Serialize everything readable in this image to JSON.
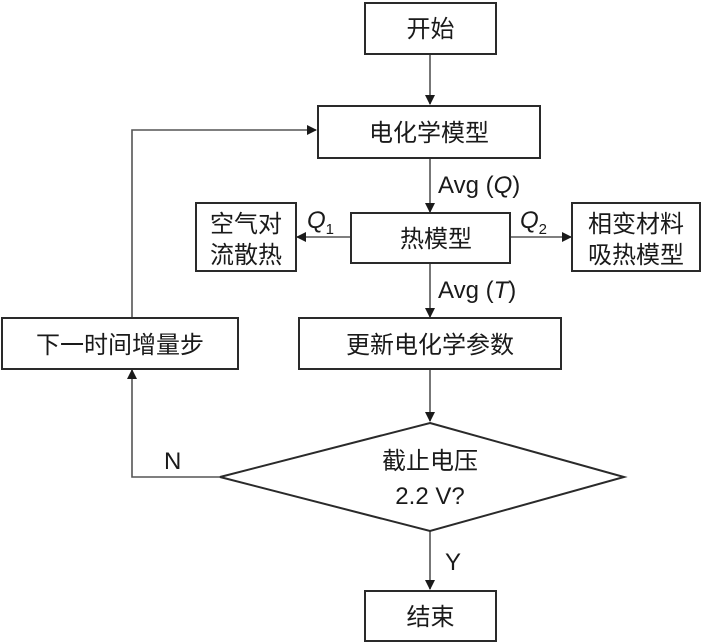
{
  "diagram": {
    "type": "flowchart",
    "nodes": {
      "start": {
        "label": "开始"
      },
      "electrochem_model": {
        "label": "电化学模型"
      },
      "thermal_model": {
        "label": "热模型"
      },
      "air_convection": {
        "line1": "空气对",
        "line2": "流散热"
      },
      "pcm_model": {
        "line1": "相变材料",
        "line2": "吸热模型"
      },
      "update_params": {
        "label": "更新电化学参数"
      },
      "next_step": {
        "label": "下一时间增量步"
      },
      "decision": {
        "line1": "截止电压",
        "line2": "2.2 V?"
      },
      "end": {
        "label": "结束"
      }
    },
    "edge_labels": {
      "avg_q_prefix": "Avg (",
      "avg_q_var": "Q",
      "avg_q_suffix": ")",
      "avg_t_prefix": "Avg (",
      "avg_t_var": "T",
      "avg_t_suffix": ")",
      "q1_var": "Q",
      "q1_sub": "1",
      "q2_var": "Q",
      "q2_sub": "2",
      "no": "N",
      "yes": "Y"
    },
    "edges": [
      {
        "from": "start",
        "to": "electrochem_model"
      },
      {
        "from": "electrochem_model",
        "to": "thermal_model",
        "label": "Avg (Q)"
      },
      {
        "from": "thermal_model",
        "to": "air_convection",
        "label": "Q1"
      },
      {
        "from": "thermal_model",
        "to": "pcm_model",
        "label": "Q2"
      },
      {
        "from": "thermal_model",
        "to": "update_params",
        "label": "Avg (T)"
      },
      {
        "from": "update_params",
        "to": "decision"
      },
      {
        "from": "decision",
        "to": "next_step",
        "label": "N"
      },
      {
        "from": "next_step",
        "to": "electrochem_model"
      },
      {
        "from": "decision",
        "to": "end",
        "label": "Y"
      }
    ]
  }
}
